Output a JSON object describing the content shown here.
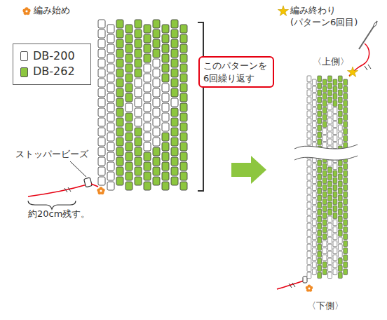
{
  "diagram": {
    "nodes": [
      {
        "text": [
          "このパターンを 6回繰り返す"
        ]
      }
    ],
    "labels": [
      "編み始め",
      "ストッパービーズ",
      "約20cm残す。",
      "編み終わり (パターン6回目)",
      "〈上側〉",
      "〈下側〉"
    ],
    "legend": [
      {
        "text": "DB-200",
        "color": "#ffffff"
      },
      {
        "text": "DB-262",
        "color": "#8dc63f"
      }
    ]
  }
}
